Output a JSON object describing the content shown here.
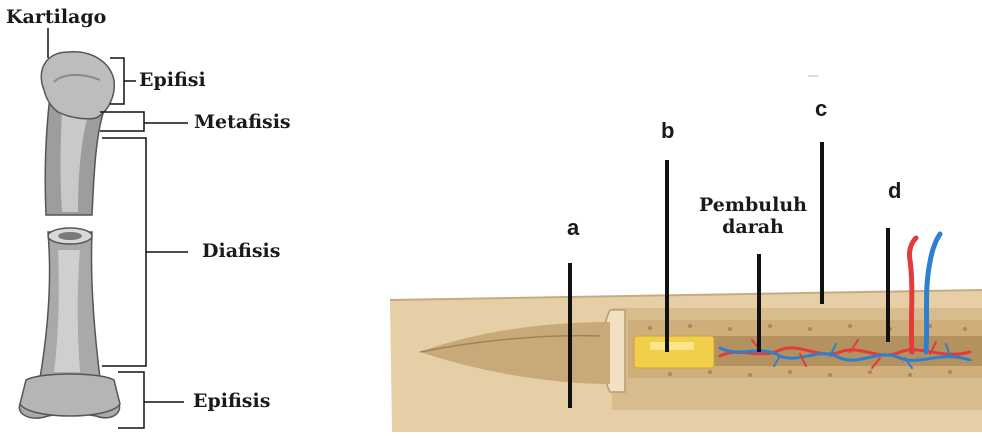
{
  "left_figure": {
    "labels": {
      "kartilago": "Kartilago",
      "epifisi": "Epifisi",
      "metafisis": "Metafisis",
      "diafisis": "Diafisis",
      "epifisis": "Epifisis"
    }
  },
  "right_figure": {
    "labels": {
      "a": "a",
      "b": "b",
      "c": "c",
      "d": "d",
      "pembuluh_line1": "Pembuluh",
      "pembuluh_line2": "darah"
    }
  },
  "colors": {
    "bone": "#e3cba3",
    "bone_dark": "#b99c72",
    "marrow_yellow": "#f2cf4a",
    "artery": "#e23b3b",
    "vein": "#2f7fcf",
    "line": "#111111"
  }
}
